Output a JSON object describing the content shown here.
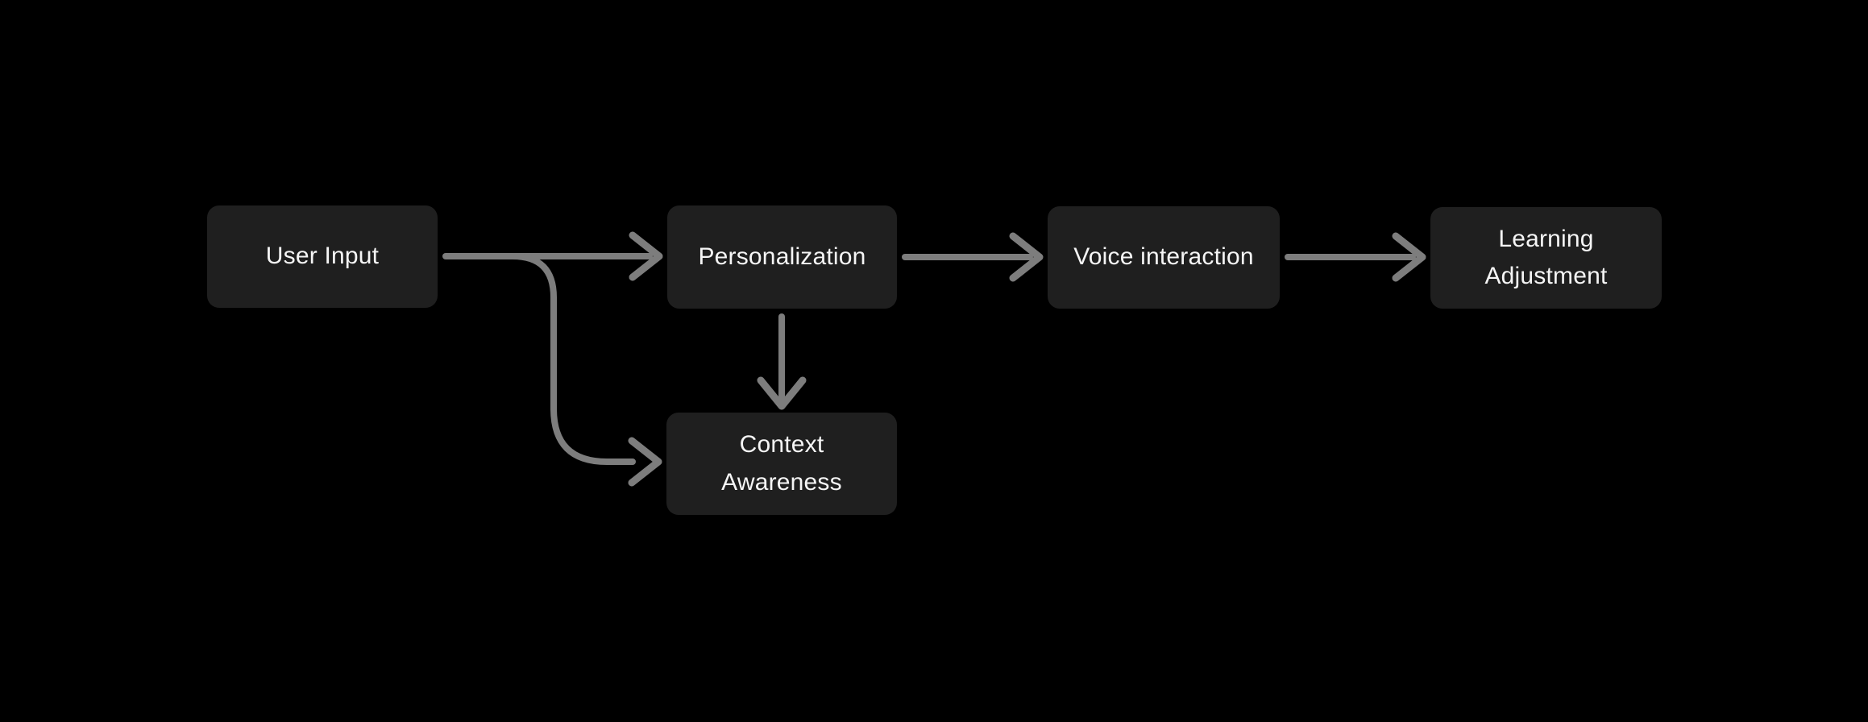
{
  "diagram": {
    "type": "flowchart",
    "colors": {
      "background": "#000000",
      "node-fill": "#1f1f1f",
      "node-text": "#f5f5f5",
      "arrow-color": "#7d7d7d"
    },
    "nodes": [
      {
        "id": "user-input",
        "label": "User Input"
      },
      {
        "id": "personalization",
        "label": "Personalization"
      },
      {
        "id": "voice-interaction",
        "label": "Voice interaction"
      },
      {
        "id": "learning-adjustment",
        "label": "Learning Adjustment"
      },
      {
        "id": "context-awareness",
        "label": "Context Awareness"
      }
    ],
    "edges": [
      {
        "from": "User Input",
        "to": "Personalization"
      },
      {
        "from": "User Input",
        "to": "Context Awareness"
      },
      {
        "from": "Personalization",
        "to": "Voice interaction"
      },
      {
        "from": "Personalization",
        "to": "Context Awareness"
      },
      {
        "from": "Voice interaction",
        "to": "Learning Adjustment"
      }
    ]
  }
}
